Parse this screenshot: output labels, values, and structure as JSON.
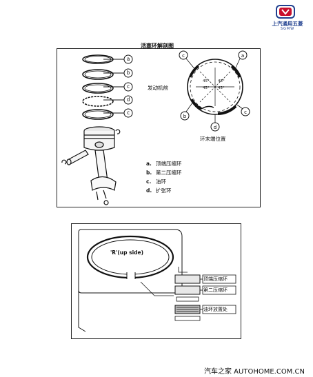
{
  "header": {
    "logo_brand": "上汽通用五菱",
    "logo_sub": "SGMW"
  },
  "figure1": {
    "title": "活塞环解剖图",
    "ring_labels": [
      "a",
      "b",
      "c",
      "d",
      "c"
    ],
    "engine_front_label": "发动机前",
    "gap_position_label": "环末端位置",
    "angles": [
      "45°",
      "45°",
      "45°",
      "45°"
    ],
    "legend": [
      {
        "key": "a.",
        "text": "顶端压缩环"
      },
      {
        "key": "b.",
        "text": "第二压缩环"
      },
      {
        "key": "c.",
        "text": "油环"
      },
      {
        "key": "d.",
        "text": "扩张环"
      }
    ]
  },
  "figure2": {
    "ring_mark": "'R'(up side)",
    "labels": [
      "顶端压缩环",
      "第二压缩环",
      "油环放置处"
    ]
  },
  "watermark": "汽车之家 AUTOHOME.COM.CN"
}
